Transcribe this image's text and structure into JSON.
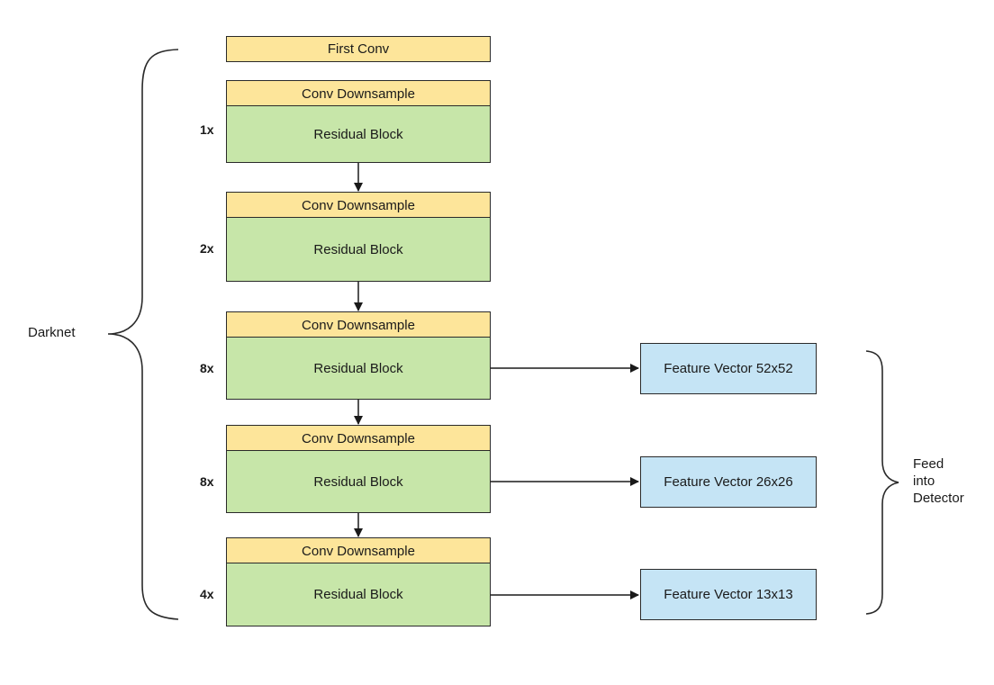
{
  "first_conv": "First Conv",
  "stages": [
    {
      "downsample": "Conv Downsample",
      "block": "Residual Block",
      "multiplier": "1x"
    },
    {
      "downsample": "Conv Downsample",
      "block": "Residual Block",
      "multiplier": "2x"
    },
    {
      "downsample": "Conv Downsample",
      "block": "Residual Block",
      "multiplier": "8x"
    },
    {
      "downsample": "Conv Downsample",
      "block": "Residual Block",
      "multiplier": "8x"
    },
    {
      "downsample": "Conv Downsample",
      "block": "Residual Block",
      "multiplier": "4x"
    }
  ],
  "outputs": [
    {
      "label": "Feature Vector 52x52"
    },
    {
      "label": "Feature Vector 26x26"
    },
    {
      "label": "Feature Vector 13x13"
    }
  ],
  "brace_left_label": "Darknet",
  "brace_right_label": [
    "Feed",
    "into",
    "Detector"
  ],
  "colors": {
    "conv": "#fde59a",
    "residual": "#c7e6a9",
    "feature": "#c5e4f5",
    "stroke": "#2a2a2a"
  }
}
